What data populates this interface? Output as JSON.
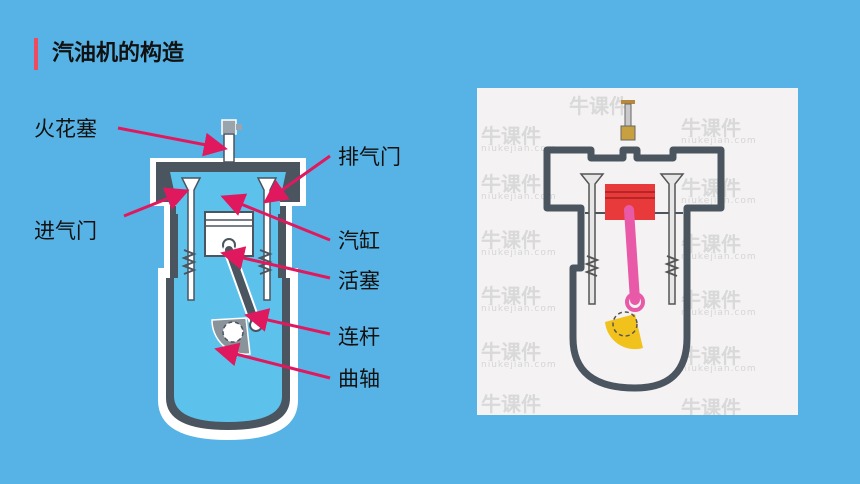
{
  "slide": {
    "title": "汽油机的构造",
    "colors": {
      "background": "#57b3e5",
      "title_accent": "#ef4a5f",
      "arrow": "#e0195f",
      "engine_wall": "#4a5560",
      "engine_outline": "#ffffff",
      "chamber_fill": "#5cc2ec",
      "piston_red": "#e83a3a",
      "rod_pink": "#e85aa8",
      "crank_yellow": "#f2c21c",
      "photo_background": "#f4f2f2"
    }
  },
  "labels": {
    "spark_plug": "火花塞",
    "intake_valve": "进气门",
    "exhaust_valve": "排气门",
    "cylinder": "汽缸",
    "piston": "活塞",
    "connecting_rod": "连杆",
    "crankshaft": "曲轴"
  },
  "watermark": {
    "brand": "牛课件",
    "site": "niukejian.com"
  }
}
